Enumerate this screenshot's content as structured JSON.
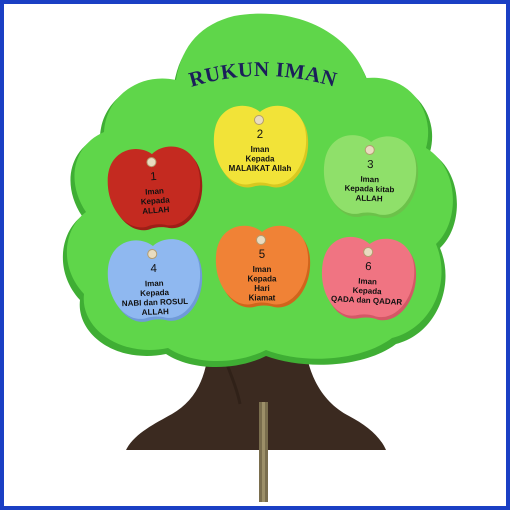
{
  "title": "RUKUN IMAN",
  "colors": {
    "frame": "#1a3fc4",
    "tree_crown": "#5fd64a",
    "trunk": "#3b2a20"
  },
  "apples": [
    {
      "number": "1",
      "lines": [
        "Iman",
        "Kepada",
        "ALLAH"
      ],
      "color": "#c42a20",
      "shade": "#9e1f17"
    },
    {
      "number": "2",
      "lines": [
        "Iman",
        "Kepada",
        "MALAIKAT Allah"
      ],
      "color": "#f2e338",
      "shade": "#d8c820"
    },
    {
      "number": "3",
      "lines": [
        "Iman",
        "Kepada kitab",
        "ALLAH"
      ],
      "color": "#8fe06a",
      "shade": "#6cc24a"
    },
    {
      "number": "4",
      "lines": [
        "Iman",
        "Kepada",
        "NABI dan ROSUL",
        "ALLAH"
      ],
      "color": "#8fb8f0",
      "shade": "#6f9ad8"
    },
    {
      "number": "5",
      "lines": [
        "Iman",
        "Kepada",
        "Hari",
        "Kiamat"
      ],
      "color": "#f08236",
      "shade": "#d0651c"
    },
    {
      "number": "6",
      "lines": [
        "Iman",
        "Kepada",
        "QADA dan QADAR"
      ],
      "color": "#f07482",
      "shade": "#d45866"
    }
  ]
}
